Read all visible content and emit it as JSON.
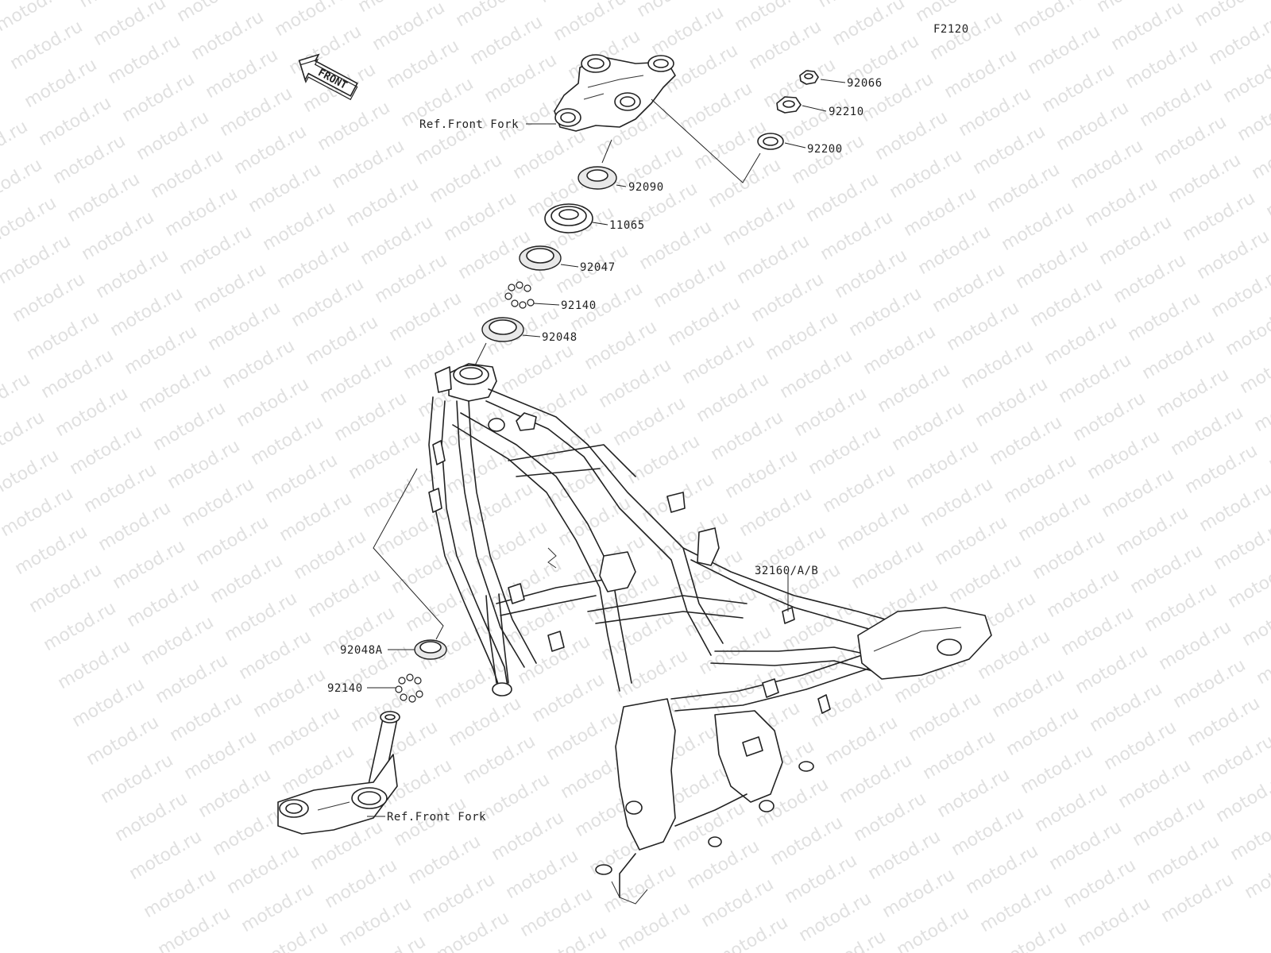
{
  "diagram": {
    "code": "F2120",
    "watermark_text": "motod.ru",
    "direction_arrow": {
      "label": "FRONT",
      "icon": "front-arrow-icon"
    },
    "callouts": [
      {
        "id": "ref-front-fork-upper",
        "text": "Ref.Front Fork"
      },
      {
        "id": "92066",
        "text": "92066"
      },
      {
        "id": "92210",
        "text": "92210"
      },
      {
        "id": "92200",
        "text": "92200"
      },
      {
        "id": "92090",
        "text": "92090"
      },
      {
        "id": "11065",
        "text": "11065"
      },
      {
        "id": "92047",
        "text": "92047"
      },
      {
        "id": "92140-upper",
        "text": "92140"
      },
      {
        "id": "92048",
        "text": "92048"
      },
      {
        "id": "32160",
        "text": "32160/A/B"
      },
      {
        "id": "92048A",
        "text": "92048A"
      },
      {
        "id": "92140-lower",
        "text": "92140"
      },
      {
        "id": "ref-front-fork-lower",
        "text": "Ref.Front Fork"
      }
    ]
  }
}
